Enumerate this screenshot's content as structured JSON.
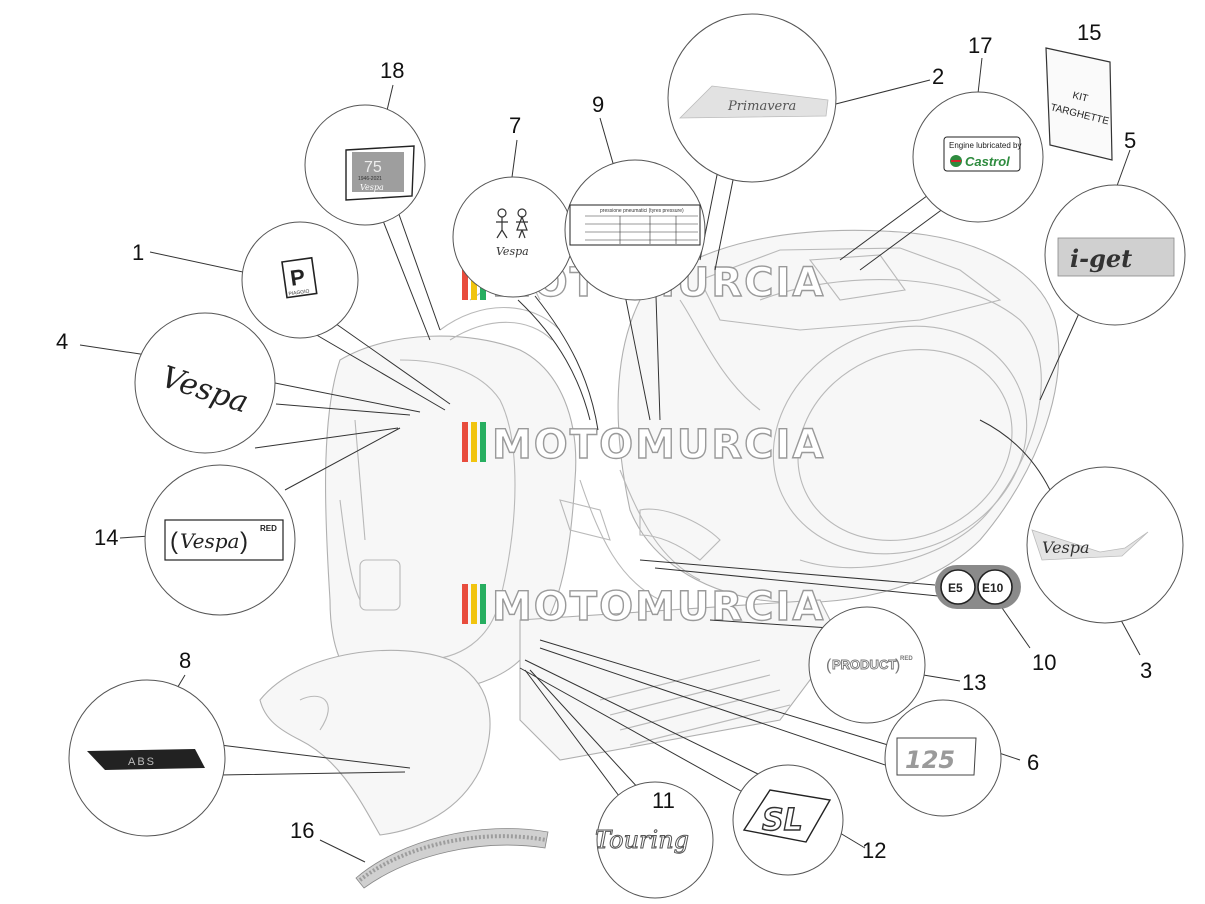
{
  "watermark": {
    "brand": "MOTOMURCIA",
    "stripe_colors": [
      "#e84c3d",
      "#f1c40f",
      "#27ae60"
    ]
  },
  "callouts": [
    "1",
    "2",
    "3",
    "4",
    "5",
    "6",
    "7",
    "8",
    "9",
    "10",
    "11",
    "12",
    "13",
    "14",
    "15",
    "16",
    "17",
    "18"
  ],
  "decal_text": {
    "primavera": "Primavera",
    "castrol_top": "Engine lubricated by",
    "castrol_brand": "Castrol",
    "kit_line1": "KIT",
    "kit_line2": "TARGHETTE",
    "iget": "i-get",
    "vespa": "Vespa",
    "e5": "E5",
    "e10": "E10",
    "product_red": "PRODUCT",
    "red_mark": "RED",
    "abs": "ABS",
    "touring": "Touring",
    "sl": "SL",
    "c125": "125",
    "seventy_five": "75",
    "anniv_years": "1946-2021",
    "piaggio": "PIAGGIO",
    "p_letter": "P",
    "pressure_title": "pressione pneumatici (tyres pressure)"
  },
  "colors": {
    "line": "#333333",
    "body": "#b0b0b0",
    "castrol_green": "#2e8b3e",
    "castrol_red": "#d4252b"
  }
}
